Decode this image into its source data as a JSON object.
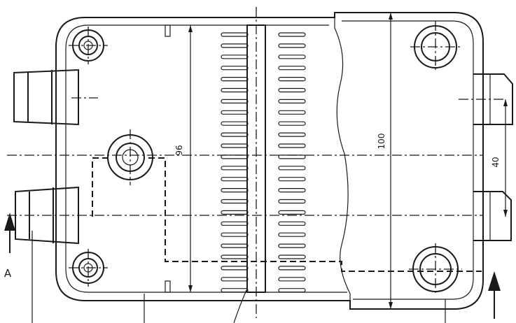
{
  "drawing": {
    "dim_height_inner": "96",
    "dim_height_outer": "100",
    "dim_spacing": "40",
    "view_label": "A"
  }
}
